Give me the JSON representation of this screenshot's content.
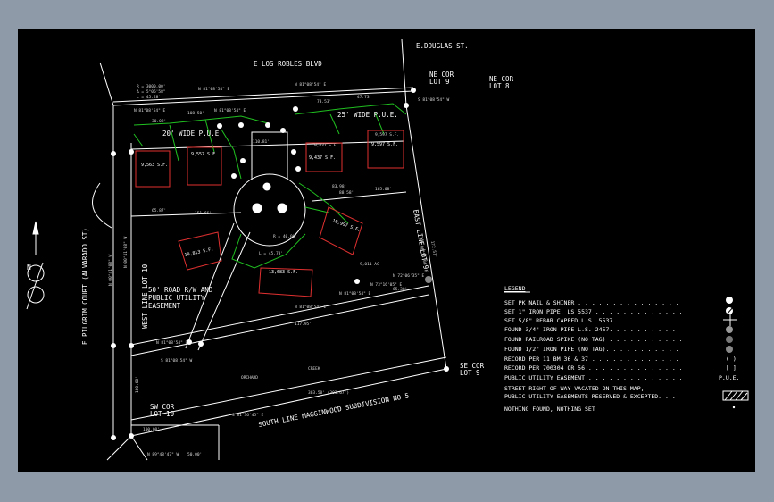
{
  "labels": {
    "douglas_st": "E.DOUGLAS ST.",
    "los_robles": "E LOS ROBLES BLVD",
    "ne_cor_lot9": [
      "NE COR",
      "LOT 9"
    ],
    "ne_cor_lot8": [
      "NE COR",
      "LOT 8"
    ],
    "pilgrim_court": "E PILGRIM COURT (ALVARADO ST)",
    "west_line_lot10": "WEST LINE LOT 10",
    "east_line_lot9": "EAST LINE LOT 9",
    "road_easement": [
      "50' ROAD R/W AND",
      "PUBLIC UTILITY",
      "EASEMENT"
    ],
    "wide_pue_left": "20' WIDE P.U.E.",
    "wide_pue_right": "25' WIDE P.U.E.",
    "se_cor_lot9": [
      "SE COR",
      "LOT 9"
    ],
    "sw_cor_lot10": [
      "SW COR",
      "LOT 10"
    ],
    "south_line": "SOUTH LINE MAGGINWOOD SUBDIVISION NO 5",
    "north_arrow": "N"
  },
  "lot_labels": [
    "9,563 S.F.",
    "9,557 S.F.",
    "9,437 S.F.",
    "9,597 S.F.",
    "10,997 S.F.",
    "10,813 S.F.",
    "13,683 S.F."
  ],
  "legend": {
    "title": "LEGEND",
    "items": [
      {
        "text": "SET PK NAIL & SHINER . . . . . . . . . . . . . . .",
        "symbol": "open-circle"
      },
      {
        "text": "SET 1\" IRON PIPE, LS 5537 . . . . . . . . . . . . .",
        "symbol": "circle-with-tag"
      },
      {
        "text": "SET 5/8\" REBAR CAPPED L.S.  5537. . . . . . . . . .",
        "symbol": "rebar-cross"
      },
      {
        "text": "FOUND 3/4\" IRON PIPE  L.S. 2457. . . . . . . . . .",
        "symbol": "filled-circle-tag"
      },
      {
        "text": "FOUND RAILROAD SPIKE (NO TAG) . . . . . . . . . . .",
        "symbol": "filled-circle"
      },
      {
        "text": "FOUND 1/2\" IRON PIPE (NO TAG). . . . . . . . . . .",
        "symbol": "filled-circle-small"
      },
      {
        "text": "RECORD PER 11 BM 36 & 37 . . . . . . . . . . . . .",
        "symbol": "parens"
      },
      {
        "text": "RECORD PER 700304 OR 56 . . . . . . . . . . . . . .",
        "symbol": "brackets"
      },
      {
        "text": "PUBLIC UTILITY EASEMENT . . . . . . . . . . . . . .",
        "symbol": "text",
        "symbol_text": "P.U.E."
      },
      {
        "text": "STREET RIGHT-OF-WAY VACATED ON THIS MAP,",
        "symbol": "none"
      },
      {
        "text": "PUBLIC UTILITY EASEMENTS RESERVED & EXCEPTED. . .",
        "symbol": "hatch"
      },
      {
        "text": "NOTHING FOUND, NOTHING SET",
        "symbol": "none"
      }
    ]
  },
  "colors": {
    "background": "#8f9aa9",
    "canvas": "#000000",
    "linework": "#ffffff",
    "lot_outline": "#e03030",
    "easement": "#20c020"
  }
}
